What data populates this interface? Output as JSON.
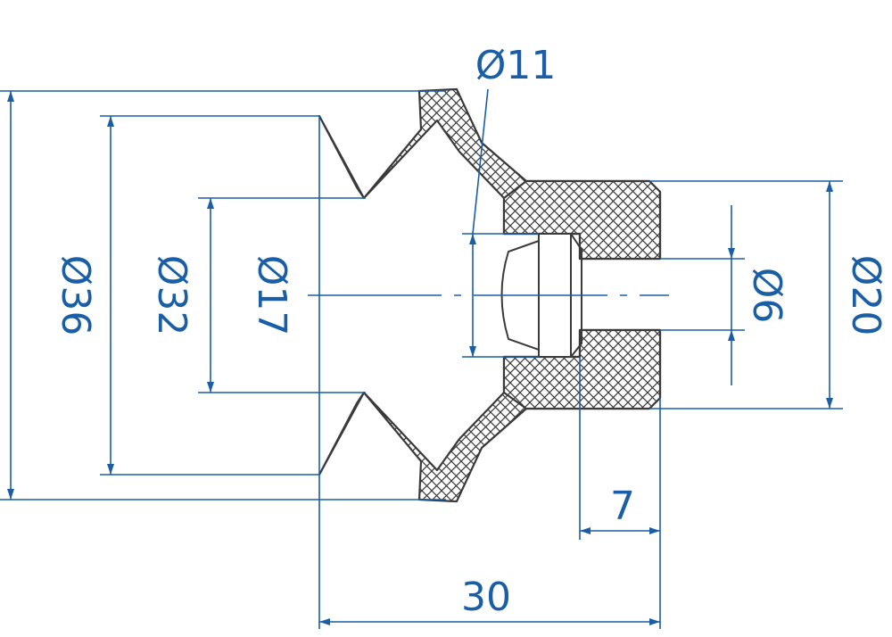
{
  "colors": {
    "dimension": "#1a5ea6",
    "outline": "#3a3a3a",
    "background": "#ffffff"
  },
  "dimensions": {
    "outer_diameter": "Ø36",
    "lip_diameter": "Ø32",
    "inner_diameter": "Ø17",
    "cavity_diameter": "Ø11",
    "hub_diameter": "Ø20",
    "bore_diameter": "Ø6",
    "bore_depth": "7",
    "overall_length": "30"
  }
}
